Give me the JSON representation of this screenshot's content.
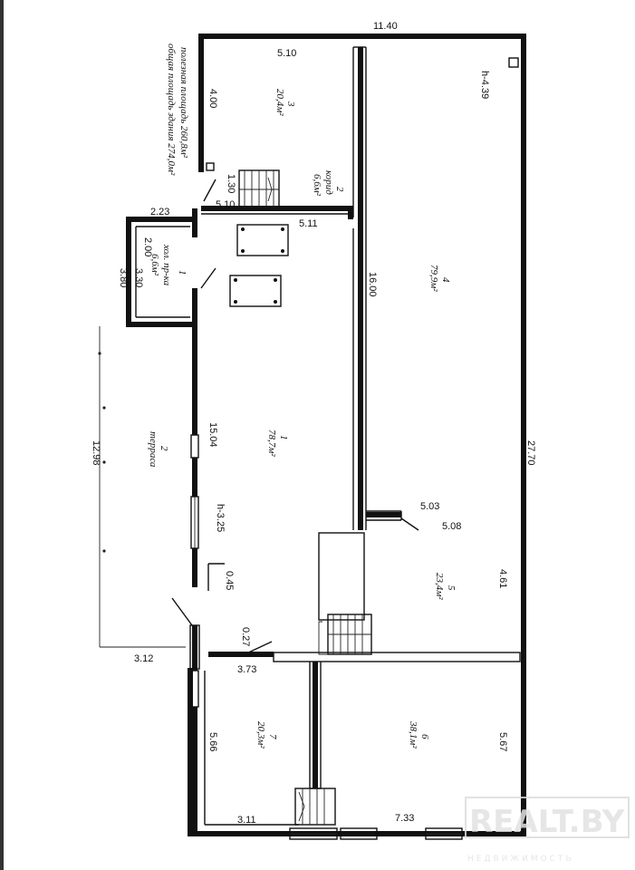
{
  "dims": {
    "top_width": "11.40",
    "room3_width": "5.10",
    "room3_width_lower": "5.10",
    "corridor_length": "5.11",
    "vestibule_width": "2.23",
    "room5_top": "5.03",
    "room5_top_lower": "5.08",
    "terrace_depth": "3.12",
    "lobby_width": "3.73",
    "room7_width": "3.11",
    "room6_width": "7.33",
    "room3_depth": "4.00",
    "corridor_width": "1.30",
    "vestibule_depth": "2.00",
    "vestibule_outer": "3.80",
    "vestibule_inner": "3.30",
    "room4_inner_length": "16.00",
    "room4_height": "h-4.39",
    "room1_length": "15.04",
    "room1_height": "h-3.25",
    "door_offset": "0.45",
    "wall_offset": "0.27",
    "terrace_length": "12.98",
    "total_length": "27.70",
    "room5_depth": "4.61",
    "room7_depth": "5.66",
    "room6_depth": "5.67"
  },
  "rooms": {
    "r3": {
      "num": "3",
      "area": "20,4м²"
    },
    "r2": {
      "num": "2",
      "name": "корид",
      "area": "6,6м²"
    },
    "v1": {
      "num": "1",
      "name": "хол. пр-ка",
      "area": "6,6м²"
    },
    "r4": {
      "num": "4",
      "area": "79,9м²"
    },
    "r1": {
      "num": "1",
      "area": "78,7м²"
    },
    "terrace": {
      "num": "2",
      "name": "терраса"
    },
    "r5": {
      "num": "5",
      "area": "23,4м²"
    },
    "r7": {
      "num": "7",
      "area": "20,3м²"
    },
    "r6": {
      "num": "6",
      "area": "38,1м²"
    }
  },
  "summary": {
    "useful_area": "полезная площадь 260,8м²",
    "total_area": "общая площадь здания 274,0м²"
  },
  "watermark": {
    "brand": "REALT.BY",
    "tagline": "НЕДВИЖИМОСТЬ"
  }
}
